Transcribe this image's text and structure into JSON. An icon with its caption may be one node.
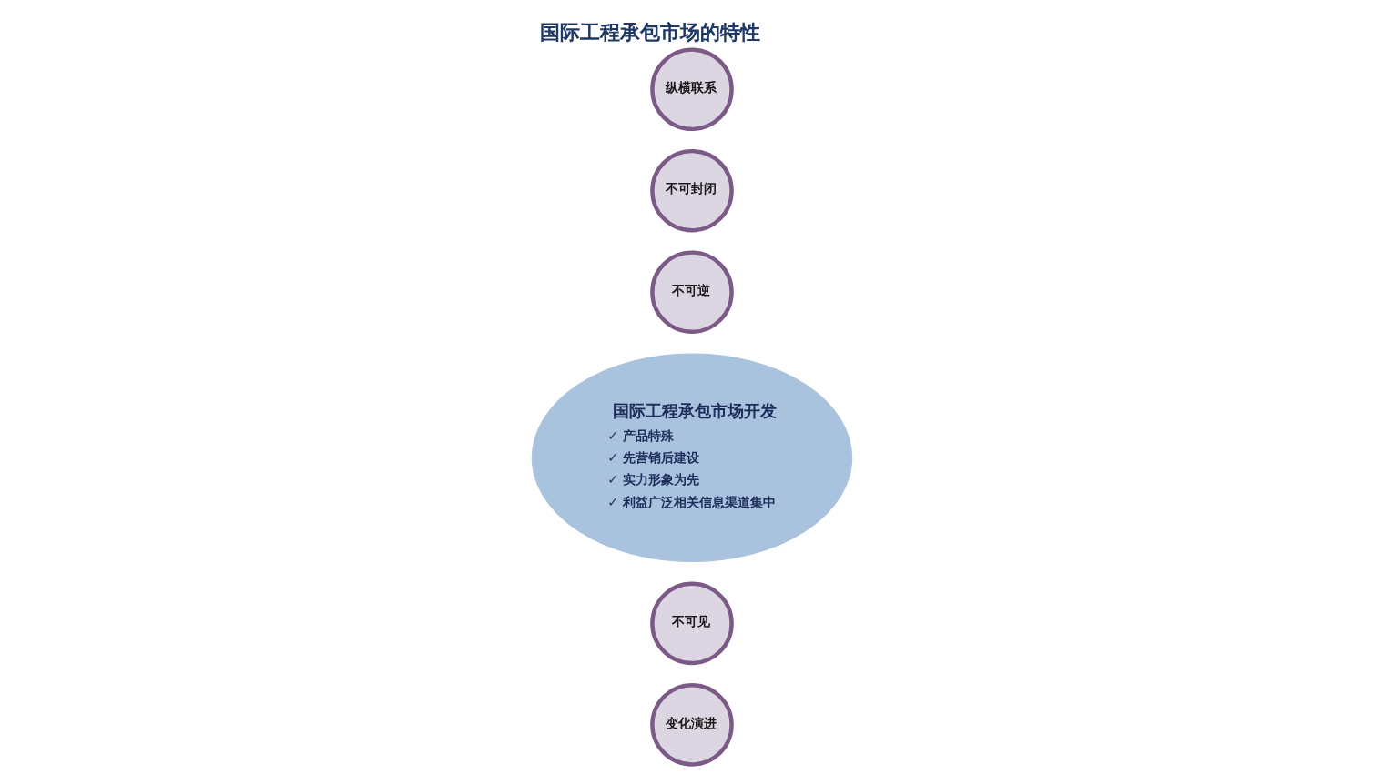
{
  "diagram": {
    "title": "国际工程承包市场的特性",
    "nodes": [
      {
        "text": [
          "不可逆"
        ]
      },
      {
        "text": [
          "不可见"
        ]
      },
      {
        "text": [
          "国际工程承包市场开发",
          "✓ 产品特殊",
          "✓ 先营销后建设",
          "✓ 实力形象为先",
          "✓ 利益广泛相关信息渠道集中"
        ]
      },
      {
        "text": [
          "不可封闭"
        ]
      },
      {
        "text": [
          "变化演进"
        ]
      },
      {
        "text": [
          "纵横联系"
        ]
      }
    ],
    "edges": []
  }
}
